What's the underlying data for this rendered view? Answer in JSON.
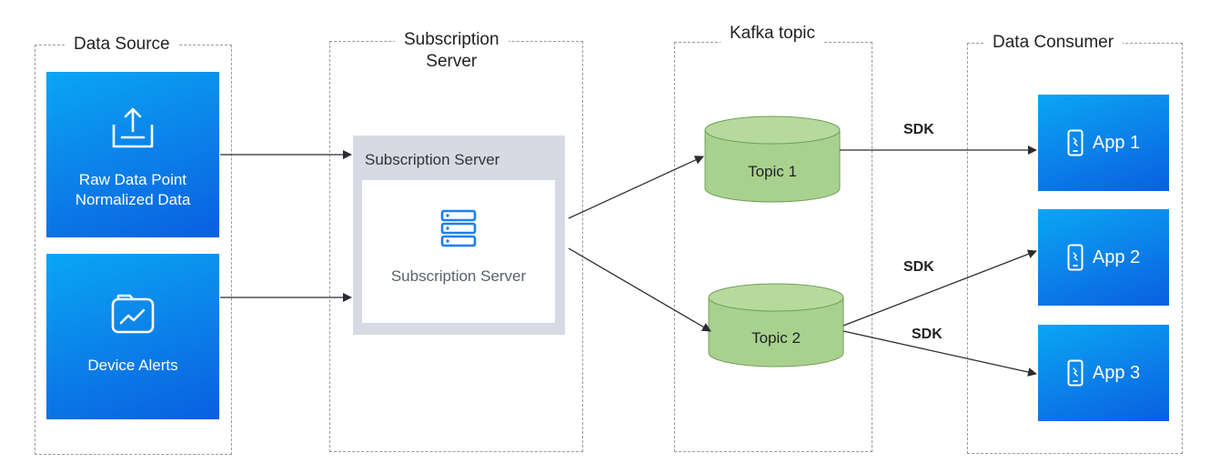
{
  "lanes": {
    "data_source": "Data Source",
    "subscription_server": [
      "Subscription",
      "Server"
    ],
    "kafka_topic": "Kafka topic",
    "data_consumer": "Data Consumer"
  },
  "sources": {
    "raw": [
      "Raw Data Point",
      "Normalized Data"
    ],
    "alerts": "Device Alerts"
  },
  "subscription": {
    "outer_title": "Subscription Server",
    "inner_label": "Subscription Server"
  },
  "topics": [
    "Topic 1",
    "Topic 2"
  ],
  "apps": [
    "App 1",
    "App 2",
    "App 3"
  ],
  "edge_label": "SDK",
  "colors": {
    "card_blue": "#0b86ea",
    "topic_green": "#a9d18e",
    "topic_stroke": "#6f9e58",
    "server_icon_blue": "#1a7ff0",
    "lane_border": "#9a9a9a",
    "arrow": "#2b2b35"
  },
  "icons": {
    "raw": "upload-tray-icon",
    "alerts": "chart-folder-icon",
    "server": "server-stack-icon",
    "app": "smartphone-icon"
  }
}
